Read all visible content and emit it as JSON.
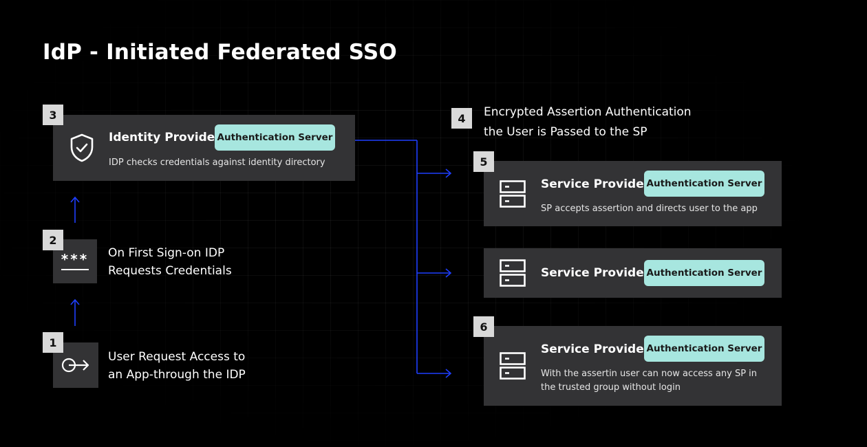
{
  "title": "IdP - Initiated Federated SSO",
  "colors": {
    "background": "#000000",
    "card": "#333335",
    "pill": "#a7e6df",
    "badge": "#d9d9d9",
    "arrow": "#1f3fff"
  },
  "steps": {
    "s1": {
      "number": "1",
      "text_line1": "User Request Access to",
      "text_line2": "an App-through the IDP",
      "icon": "sign-in-arrow-icon"
    },
    "s2": {
      "number": "2",
      "text_line1": "On First Sign-on IDP",
      "text_line2": "Requests Credentials",
      "icon": "password-icon",
      "icon_text": "***"
    },
    "s3": {
      "number": "3",
      "name": "Identity Provider",
      "pill": "Authentication Server",
      "desc": "IDP checks credentials against identity directory",
      "icon": "shield-check-icon"
    },
    "s4": {
      "number": "4",
      "text_line1": "Encrypted Assertion Authentication",
      "text_line2": "the User is Passed to the SP"
    },
    "s5": {
      "number": "5",
      "name": "Service Provider",
      "pill": "Authentication Server",
      "desc": "SP accepts assertion and directs user to the app",
      "icon": "server-icon"
    },
    "smid": {
      "name": "Service Provider",
      "pill": "Authentication Server",
      "icon": "server-icon"
    },
    "s6": {
      "number": "6",
      "name": "Service Provider",
      "pill": "Authentication Server",
      "desc_line1": "With the assertin user can now access any SP in",
      "desc_line2": "the trusted group without login",
      "icon": "server-icon"
    }
  }
}
